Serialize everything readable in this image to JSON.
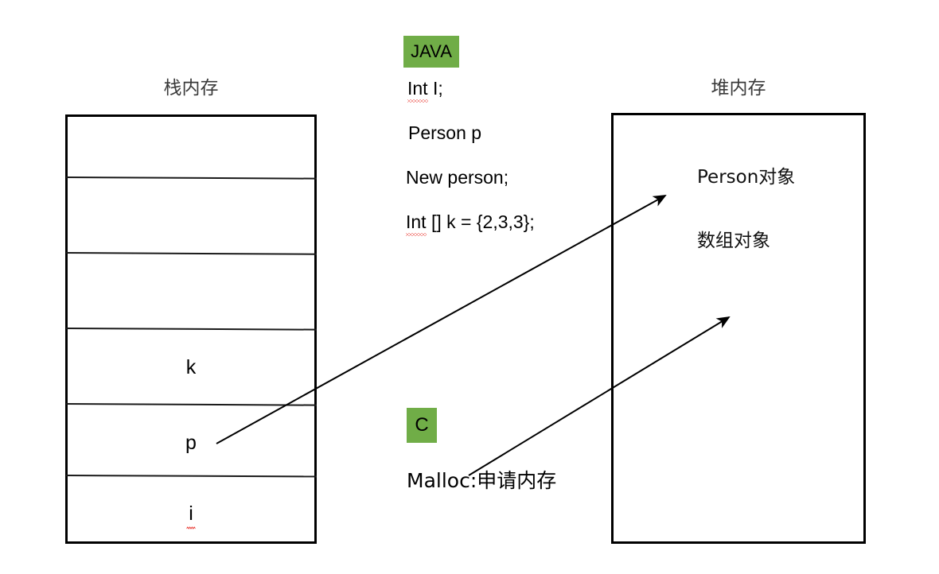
{
  "diagram": {
    "title_left": "栈内存",
    "title_right": "堆内存",
    "stack": {
      "slots": [
        {
          "label": ""
        },
        {
          "label": ""
        },
        {
          "label": ""
        },
        {
          "label": "k"
        },
        {
          "label": "p"
        },
        {
          "label": "i"
        }
      ]
    },
    "heap": {
      "objects": [
        {
          "label": "Person对象"
        },
        {
          "label": "数组对象"
        }
      ]
    },
    "java": {
      "badge": "JAVA",
      "lines": [
        {
          "text": "Int I;",
          "misspelled": "Int",
          "rest": " I;"
        },
        {
          "text": "Person p",
          "misspelled": "",
          "rest": "Person p"
        },
        {
          "text": "New person;",
          "misspelled": "",
          "rest": "New person;"
        },
        {
          "text": "Int [] k = {2,3,3};",
          "misspelled": "Int",
          "rest": " [] k = {2,3,3};"
        }
      ]
    },
    "c": {
      "badge": "C",
      "lines": [
        {
          "text": "Malloc:申请内存",
          "misspelled": "Malloc",
          "rest": ":申请内存"
        }
      ]
    },
    "arrows": [
      {
        "name": "p-to-person-object",
        "from": "p",
        "to": "Person对象"
      },
      {
        "name": "malloc-to-heap",
        "from": "Malloc:申请内存",
        "to": "数组对象"
      }
    ],
    "colors": {
      "badge_green": "#70AD47",
      "box_stroke": "#000000",
      "spellcheck_red": "#E8352E"
    }
  }
}
